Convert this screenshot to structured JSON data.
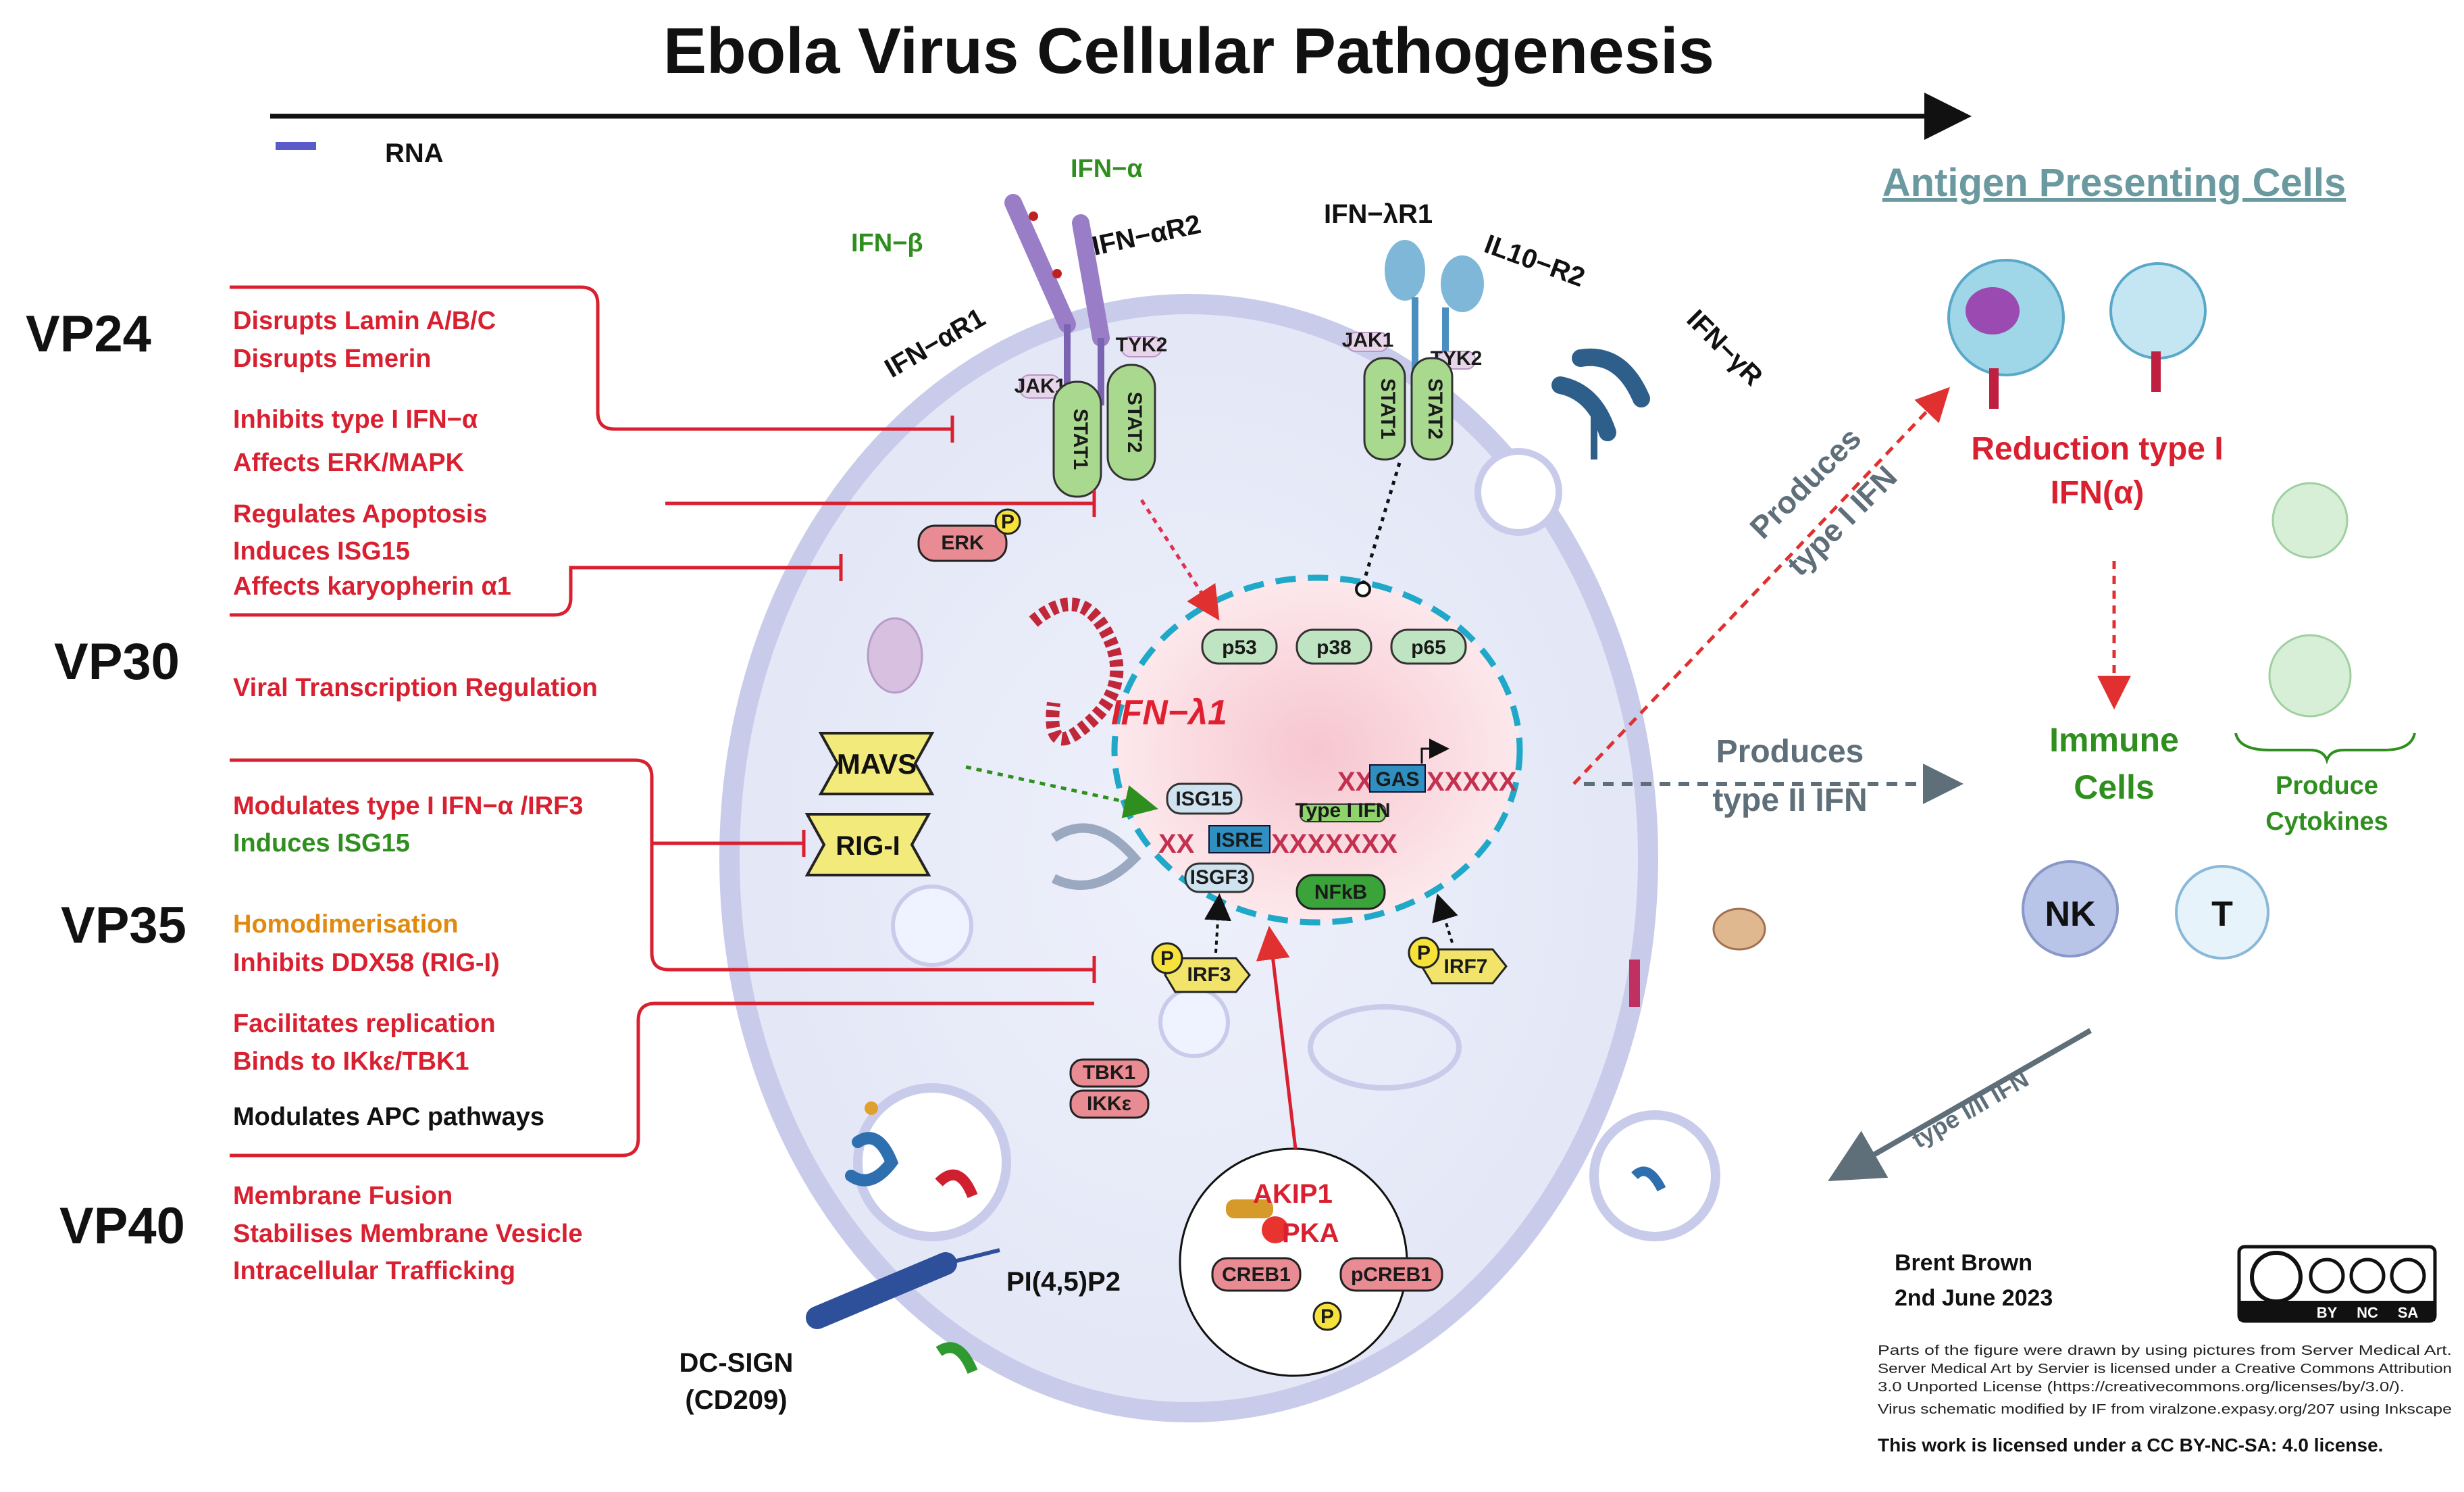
{
  "title": "Ebola Virus Cellular Pathogenesis",
  "legend": {
    "rna_label": "RNA",
    "rna_color": "#5a5ac8"
  },
  "proteins": [
    {
      "name": "VP24",
      "effects": [
        {
          "text": "Disrupts Lamin A/B/C",
          "color": "red"
        },
        {
          "text": "Disrupts Emerin",
          "color": "red"
        },
        {
          "text": "Inhibits type I IFN−α",
          "color": "red"
        },
        {
          "text": "Affects ERK/MAPK",
          "color": "red"
        },
        {
          "text": "Regulates Apoptosis",
          "color": "red"
        },
        {
          "text": "Induces ISG15",
          "color": "red"
        },
        {
          "text": "Affects karyopherin α1",
          "color": "red"
        }
      ]
    },
    {
      "name": "VP30",
      "effects": [
        {
          "text": "Viral Transcription Regulation",
          "color": "red"
        }
      ]
    },
    {
      "name": "VP35",
      "effects": [
        {
          "text": "Modulates type I IFN−α /IRF3",
          "color": "red"
        },
        {
          "text": "Induces ISG15",
          "color": "green"
        },
        {
          "text": "Homodimerisation",
          "color": "orange"
        },
        {
          "text": "Inhibits DDX58 (RIG-I)",
          "color": "red"
        },
        {
          "text": "Facilitates replication",
          "color": "red"
        },
        {
          "text": "Binds to IKkε/TBK1",
          "color": "red"
        },
        {
          "text": "Modulates APC pathways",
          "color": "black"
        }
      ]
    },
    {
      "name": "VP40",
      "effects": [
        {
          "text": "Membrane Fusion",
          "color": "red"
        },
        {
          "text": "Stabilises Membrane Vesicle",
          "color": "red"
        },
        {
          "text": "Intracellular Trafficking",
          "color": "red"
        }
      ]
    }
  ],
  "receptors": {
    "ifn_alpha": "IFN−α",
    "ifn_beta": "IFN−β",
    "ifn_alpha_r1": "IFN−αR1",
    "ifn_alpha_r2": "IFN−αR2",
    "ifn_lambda_r1": "IFN−λR1",
    "il10_r2": "IL10−R2",
    "ifn_gamma_r": "IFN−γR",
    "jak1": "JAK1",
    "tyk2": "TYK2",
    "stat1": "STAT1",
    "stat2": "STAT2"
  },
  "cytoplasm": {
    "erk": "ERK",
    "p": "P",
    "mavs": "MAVS",
    "rig_i": "RIG-I",
    "tbk1": "TBK1",
    "ikke": "IKKε",
    "irf3": "IRF3",
    "irf7": "IRF7",
    "akip1": "AKIP1",
    "pka": "PKA",
    "creb1": "CREB1",
    "pcreb1": "pCREB1",
    "pi45p2": "PI(4,5)P2",
    "dc_sign": "DC-SIGN",
    "cd209": "(CD209)"
  },
  "nucleus": {
    "p53": "p53",
    "p38": "p38",
    "p65": "p65",
    "ifn_lambda1": "IFN−λ1",
    "isg15": "ISG15",
    "isre": "ISRE",
    "type_i_ifn": "Type I IFN",
    "gas": "GAS",
    "isgf3": "ISGF3",
    "nfkb": "NFkB"
  },
  "right_panel": {
    "apc_title": "Antigen Presenting Cells",
    "produces_type1_line1": "Produces",
    "produces_type1_line2": "type I IFN",
    "reduction_line1": "Reduction type I",
    "reduction_line2": "IFN(α)",
    "produces_type2_line1": "Produces",
    "produces_type2_line2": "type II IFN",
    "immune_line1": "Immune",
    "immune_line2": "Cells",
    "cytokines_line1": "Produce",
    "cytokines_line2": "Cytokines",
    "nk": "NK",
    "t": "T",
    "type_iii_ifn": "type I/II IFN"
  },
  "credits": {
    "author": "Brent Brown",
    "date": "2nd June 2023",
    "fine_print": [
      "Parts of the figure were drawn by using pictures from Server Medical Art.",
      "Server Medical Art by Servier is licensed under a Creative Commons Attribution",
      "3.0 Unported License (https://creativecommons.org/licenses/by/3.0/).",
      "Virus schematic modified by IF from viralzone.expasy.org/207 using Inkscape"
    ],
    "license": "This work is licensed under a CC BY-NC-SA: 4.0 license.",
    "cc_badge": [
      "BY",
      "NC",
      "SA"
    ]
  },
  "colors": {
    "red": "#d92030",
    "green": "#2f8f1e",
    "orange": "#e08a10",
    "black": "#111111",
    "cell_membrane": "#c9cbea",
    "nucleus_border": "#20a8c8",
    "apc_title": "#6a9aa0"
  }
}
